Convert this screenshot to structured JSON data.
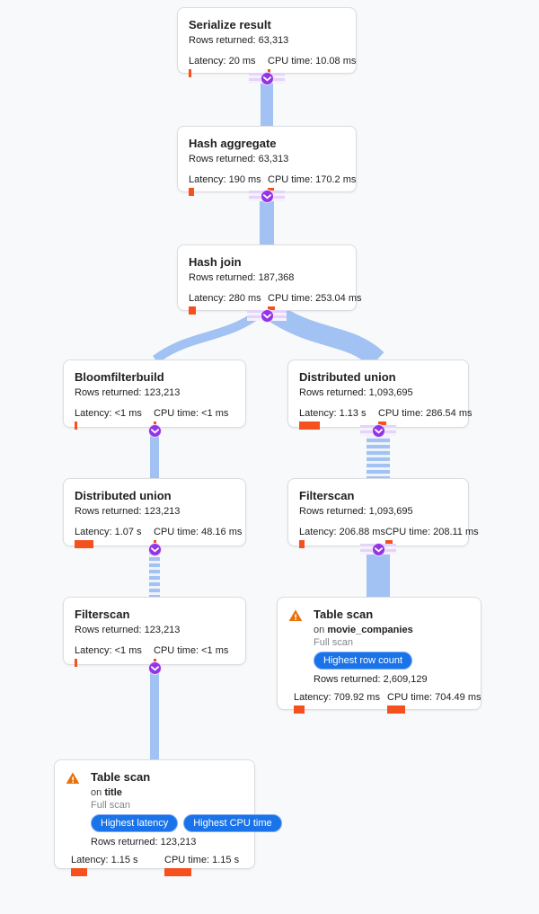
{
  "colors": {
    "edge": "#a1c2f2",
    "bar": "#f4511e",
    "badge": "#1a73e8",
    "node_button": "#9334e6",
    "warning": "#e8710a",
    "card_border": "#dadce0",
    "text": "#202124",
    "muted": "#80868b"
  },
  "icons": {
    "expand_button": "chevron-down-icon",
    "table_scan_alert": "warning-triangle-icon"
  },
  "nodes": [
    {
      "title": "Serialize result",
      "rows_label": "Rows returned:",
      "rows_value": "63,313",
      "latency_label": "Latency:",
      "latency_value": "20 ms",
      "latency_bar": 3,
      "cpu_label": "CPU time:",
      "cpu_value": "10.08 ms",
      "cpu_bar": 3
    },
    {
      "title": "Hash aggregate",
      "rows_label": "Rows returned:",
      "rows_value": "63,313",
      "latency_label": "Latency:",
      "latency_value": "190 ms",
      "latency_bar": 6,
      "cpu_label": "CPU time:",
      "cpu_value": "170.2 ms",
      "cpu_bar": 7
    },
    {
      "title": "Hash join",
      "rows_label": "Rows returned:",
      "rows_value": "187,368",
      "latency_label": "Latency:",
      "latency_value": "280 ms",
      "latency_bar": 8,
      "cpu_label": "CPU time:",
      "cpu_value": "253.04 ms",
      "cpu_bar": 8
    },
    {
      "title": "Bloomfilterbuild",
      "rows_label": "Rows returned:",
      "rows_value": "123,213",
      "latency_label": "Latency:",
      "latency_value": "<1 ms",
      "latency_bar": 3,
      "cpu_label": "CPU time:",
      "cpu_value": "<1 ms",
      "cpu_bar": 3
    },
    {
      "title": "Distributed union",
      "rows_label": "Rows returned:",
      "rows_value": "1,093,695",
      "latency_label": "Latency:",
      "latency_value": "1.13 s",
      "latency_bar": 23,
      "cpu_label": "CPU time:",
      "cpu_value": "286.54 ms",
      "cpu_bar": 9
    },
    {
      "title": "Distributed union",
      "rows_label": "Rows returned:",
      "rows_value": "123,213",
      "latency_label": "Latency:",
      "latency_value": "1.07 s",
      "latency_bar": 21,
      "cpu_label": "CPU time:",
      "cpu_value": "48.16 ms",
      "cpu_bar": 3
    },
    {
      "title": "Filterscan",
      "rows_label": "Rows returned:",
      "rows_value": "1,093,695",
      "latency_label": "Latency:",
      "latency_value": "206.88 ms",
      "latency_bar": 6,
      "cpu_label": "CPU time:",
      "cpu_value": "208.11 ms",
      "cpu_bar": 8
    },
    {
      "title": "Filterscan",
      "rows_label": "Rows returned:",
      "rows_value": "123,213",
      "latency_label": "Latency:",
      "latency_value": "<1 ms",
      "latency_bar": 3,
      "cpu_label": "CPU time:",
      "cpu_value": "<1 ms",
      "cpu_bar": 3
    },
    {
      "title": "Table scan",
      "on_label": "on",
      "table_name": "movie_companies",
      "scan_type": "Full scan",
      "badges": [
        "Highest row count"
      ],
      "rows_label": "Rows returned:",
      "rows_value": "2,609,129",
      "latency_label": "Latency:",
      "latency_value": "709.92 ms",
      "latency_bar": 12,
      "cpu_label": "CPU time:",
      "cpu_value": "704.49 ms",
      "cpu_bar": 20
    },
    {
      "title": "Table scan",
      "on_label": "on",
      "table_name": "title",
      "scan_type": "Full scan",
      "badges": [
        "Highest latency",
        "Highest CPU time"
      ],
      "rows_label": "Rows returned:",
      "rows_value": "123,213",
      "latency_label": "Latency:",
      "latency_value": "1.15 s",
      "latency_bar": 18,
      "cpu_label": "CPU time:",
      "cpu_value": "1.15 s",
      "cpu_bar": 30
    }
  ]
}
